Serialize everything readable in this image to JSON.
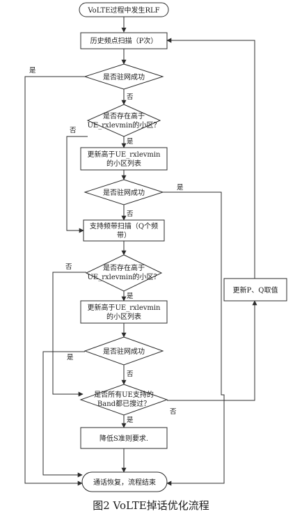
{
  "nodes": {
    "start": "VoLTE过程中发生RLF",
    "history_scan": "历史频点扫描（P次）",
    "camp1": "是否驻网成功",
    "cell_exist1": [
      "是否存在高于",
      "UE_rxlevmin的小区？"
    ],
    "update_list1": [
      "更新高于UE_rxlevmin",
      "的小区列表"
    ],
    "camp2": "是否驻网成功",
    "band_scan": [
      "支持频带扫描（Q个频",
      "带）"
    ],
    "cell_exist2": [
      "是否存在高于",
      "UE_rxlevmin的小区？"
    ],
    "update_list2": [
      "更新高于UE_rxlevmin",
      "的小区列表"
    ],
    "camp3": "是否驻网成功",
    "all_bands": [
      "是否所有UE支持的",
      "Band都已搜过？"
    ],
    "lower_s": "降低S准则要求.",
    "update_pq": "更新P、Q取值",
    "end": "通话恢复，流程结束"
  },
  "labels": {
    "yes": "是",
    "no": "否"
  },
  "caption": "图2   VoLTE掉话优化流程"
}
